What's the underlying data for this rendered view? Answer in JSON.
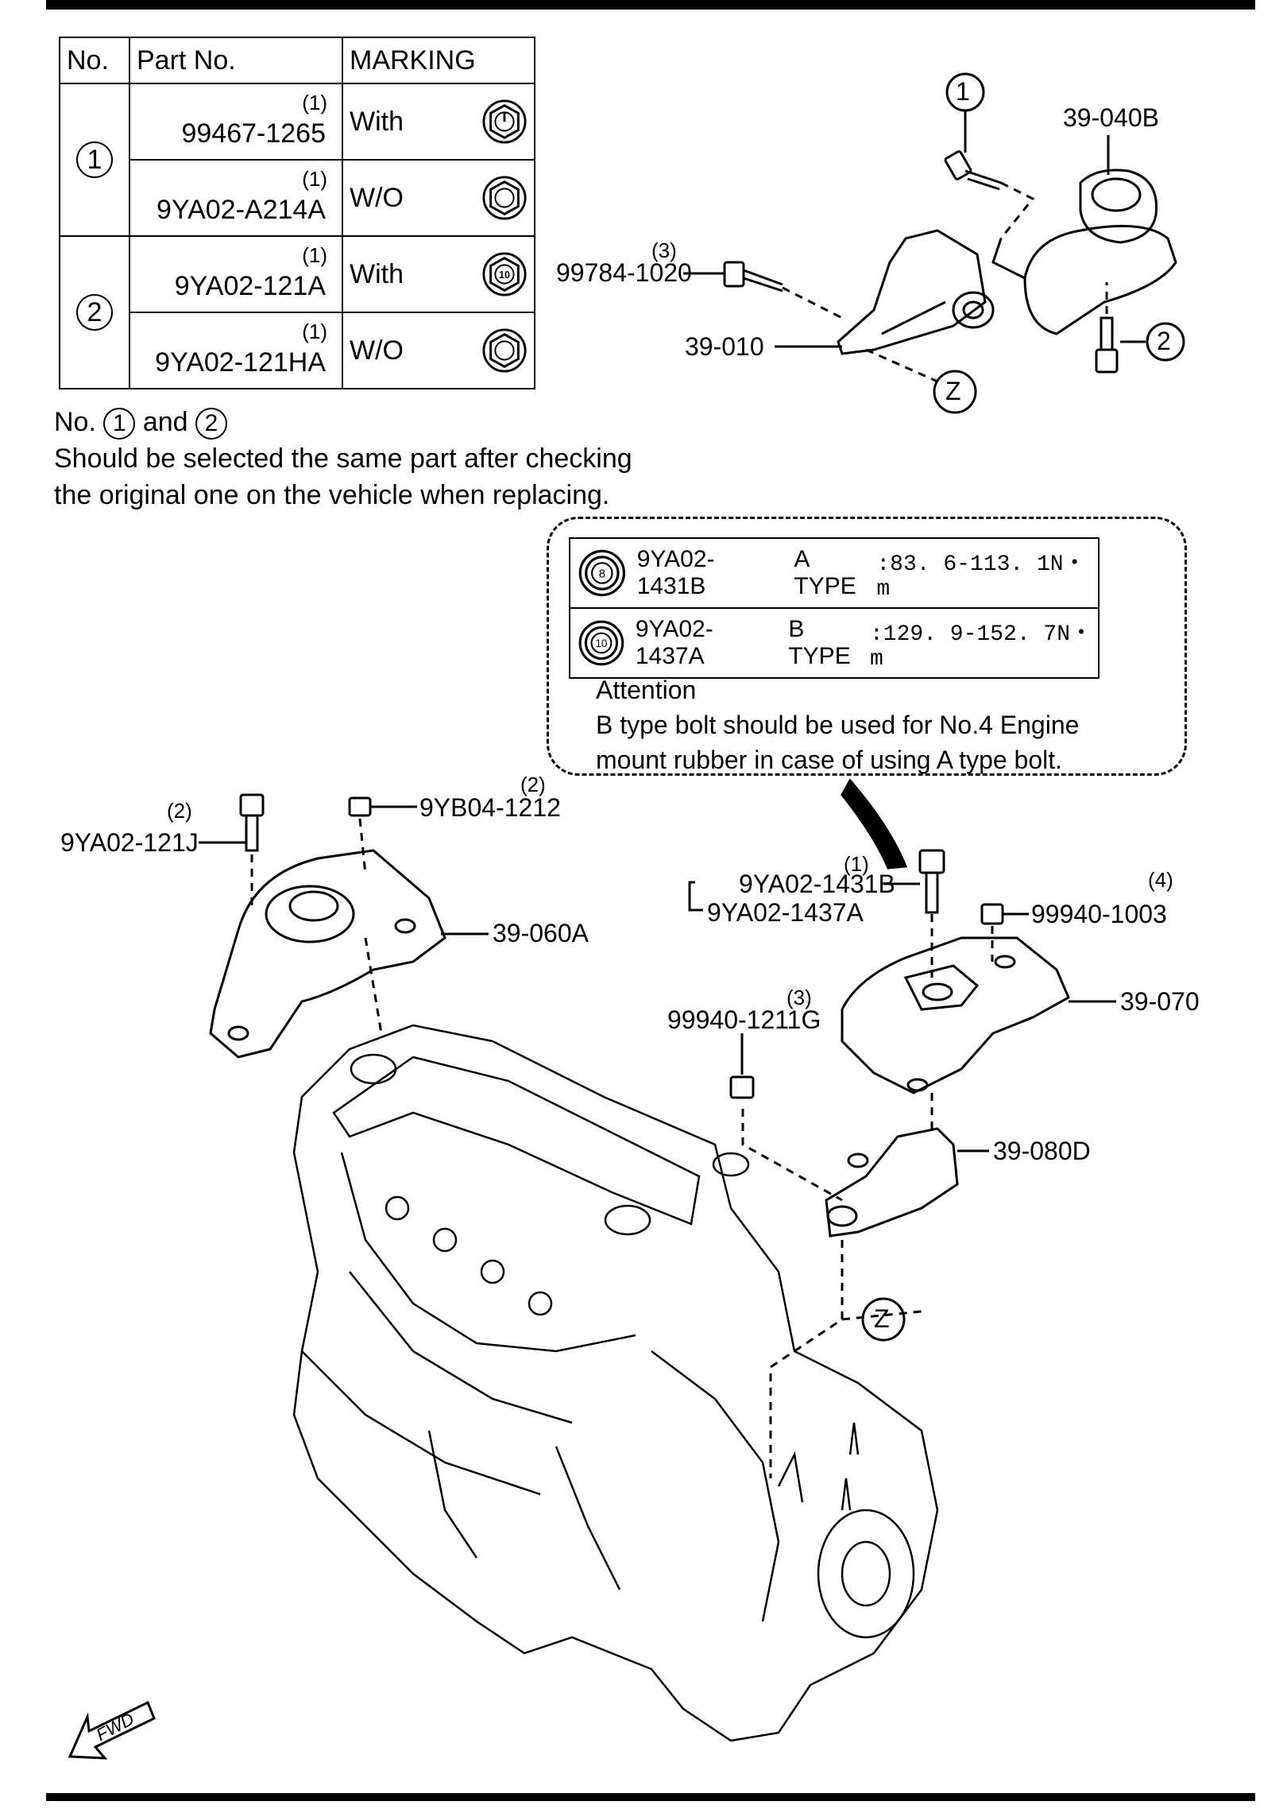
{
  "table": {
    "headers": {
      "no": "No.",
      "part_no": "Part No.",
      "marking": "MARKING"
    },
    "rows": [
      {
        "group": "1",
        "qty": "(1)",
        "part": "99467-1265",
        "marking": "With",
        "icon": "marked-bolt-head-icon"
      },
      {
        "group": "1",
        "qty": "(1)",
        "part": "9YA02-A214A",
        "marking": "W/O",
        "icon": "plain-bolt-head-icon"
      },
      {
        "group": "2",
        "qty": "(1)",
        "part": "9YA02-121A",
        "marking": "With",
        "icon": "marked-bolt-head-10-icon"
      },
      {
        "group": "2",
        "qty": "(1)",
        "part": "9YA02-121HA",
        "marking": "W/O",
        "icon": "plain-bolt-head-icon"
      }
    ],
    "group_labels": [
      "1",
      "2"
    ],
    "head_mark_10": "10"
  },
  "note": {
    "prefix": "No.",
    "n1": "1",
    "and": "and",
    "n2": "2",
    "line2": "Should be selected the same part after checking",
    "line3": "the original one on the vehicle when replacing."
  },
  "torque": {
    "rows": [
      {
        "mark": "8",
        "part": "9YA02-1431B",
        "type": "A TYPE",
        "value": ":83. 6-113. 1N・m"
      },
      {
        "mark": "10",
        "part": "9YA02-1437A",
        "type": "B TYPE",
        "value": ":129. 9-152. 7N・m"
      }
    ],
    "attention_title": "Attention",
    "attention_line1": "B type bolt should be used for No.4 Engine",
    "attention_line2": "mount rubber in case of using A type bolt."
  },
  "callouts": {
    "c1": "1",
    "c2": "2",
    "p39_040B": "39-040B",
    "p99784_qty": "(3)",
    "p99784": "99784-1020",
    "p39_010": "39-010",
    "z_top": "Z",
    "p9YA02_121J_qty": "(2)",
    "p9YA02_121J": "9YA02-121J",
    "p9YB04_qty": "(2)",
    "p9YB04": "9YB04-1212",
    "p39_060A": "39-060A",
    "p1431B_qty": "(1)",
    "p1431B": "9YA02-1431B",
    "p1437A": "9YA02-1437A",
    "p99940_1003_qty": "(4)",
    "p99940_1003": "99940-1003",
    "p39_070": "39-070",
    "p99940_1211G_qty": "(3)",
    "p99940_1211G": "99940-1211G",
    "p39_080D": "39-080D",
    "z_bottom": "Z",
    "fwd": "FWD"
  }
}
